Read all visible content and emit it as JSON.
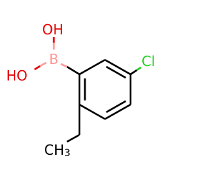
{
  "molecule": {
    "atoms": {
      "oh_top": "OH",
      "oh_left": "HO",
      "boron": "B",
      "chlorine": "Cl",
      "methyl": "CH",
      "methyl_sub": "3"
    },
    "colors": {
      "oxygen": "#e60000",
      "boron": "#ff9999",
      "chlorine": "#1fd01f",
      "carbon": "#000000"
    }
  }
}
